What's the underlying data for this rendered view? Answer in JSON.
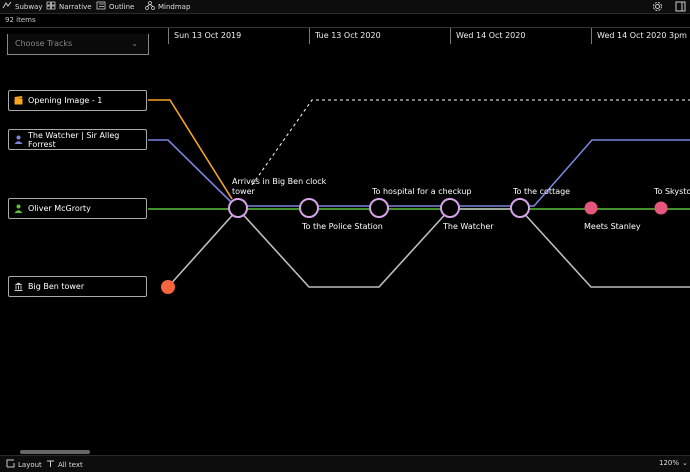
{
  "toolbar": {
    "views": [
      {
        "label": "Subway",
        "icon": "subway-icon"
      },
      {
        "label": "Narrative",
        "icon": "narrative-icon"
      },
      {
        "label": "Outline",
        "icon": "outline-icon"
      },
      {
        "label": "Mindmap",
        "icon": "mindmap-icon"
      }
    ],
    "right_icons": [
      "gear-icon",
      "panel-icon"
    ]
  },
  "item_count": "92 items",
  "tracks_select": {
    "placeholder": "Choose Tracks"
  },
  "dates": [
    "Sun 13 Oct 2019",
    "Tue 13 Oct 2020",
    "Wed 14 Oct 2020",
    "Wed 14 Oct 2020 3pm"
  ],
  "tracks": [
    {
      "label": "Opening Image - 1",
      "icon": "clapperboard-icon",
      "color": "#f5a623"
    },
    {
      "label": "The Watcher | Sir Alleg Forrest",
      "icon": "person-icon",
      "color": "#7b85e0"
    },
    {
      "label": "Oliver McGrorty",
      "icon": "person-icon",
      "color": "#5cc23a"
    },
    {
      "label": "Big Ben tower",
      "icon": "landmark-icon",
      "color": "#cccccc"
    }
  ],
  "events": [
    {
      "label": "Arrives in Big Ben clock\ntower"
    },
    {
      "label": "To the Police Station"
    },
    {
      "label": "To hospital for a checkup"
    },
    {
      "label": "The Watcher"
    },
    {
      "label": "To the cottage"
    },
    {
      "label": "Meets Stanley"
    },
    {
      "label": "To Skystone"
    }
  ],
  "colors": {
    "node_ring": "#d6a3e8",
    "pink_node": "#e8557d",
    "orange_node": "#f7653f",
    "orange_line": "#f5a623",
    "blue_line": "#7b85e0",
    "green_line": "#5cc23a",
    "gray_line": "#bdbdbd"
  },
  "bottom": {
    "layout_label": "Layout",
    "text_label": "All text",
    "zoom": "120%"
  }
}
